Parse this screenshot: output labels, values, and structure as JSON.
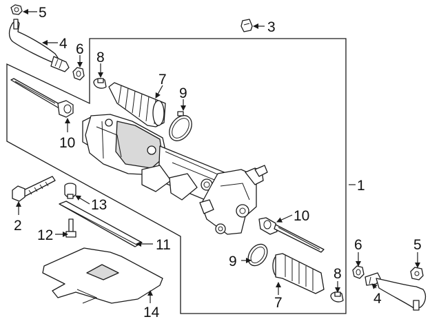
{
  "diagram": {
    "callouts": [
      {
        "id": "c5a",
        "label": "5"
      },
      {
        "id": "c4a",
        "label": "4"
      },
      {
        "id": "c6a",
        "label": "6"
      },
      {
        "id": "c8a",
        "label": "8"
      },
      {
        "id": "c7a",
        "label": "7"
      },
      {
        "id": "c9a",
        "label": "9"
      },
      {
        "id": "c3",
        "label": "3"
      },
      {
        "id": "c10a",
        "label": "10"
      },
      {
        "id": "c1",
        "label": "1"
      },
      {
        "id": "c2",
        "label": "2"
      },
      {
        "id": "c13",
        "label": "13"
      },
      {
        "id": "c12",
        "label": "12"
      },
      {
        "id": "c11",
        "label": "11"
      },
      {
        "id": "c10b",
        "label": "10"
      },
      {
        "id": "c9b",
        "label": "9"
      },
      {
        "id": "c7b",
        "label": "7"
      },
      {
        "id": "c8b",
        "label": "8"
      },
      {
        "id": "c6b",
        "label": "6"
      },
      {
        "id": "c5b",
        "label": "5"
      },
      {
        "id": "c4b",
        "label": "4"
      },
      {
        "id": "c14",
        "label": "14"
      }
    ]
  }
}
